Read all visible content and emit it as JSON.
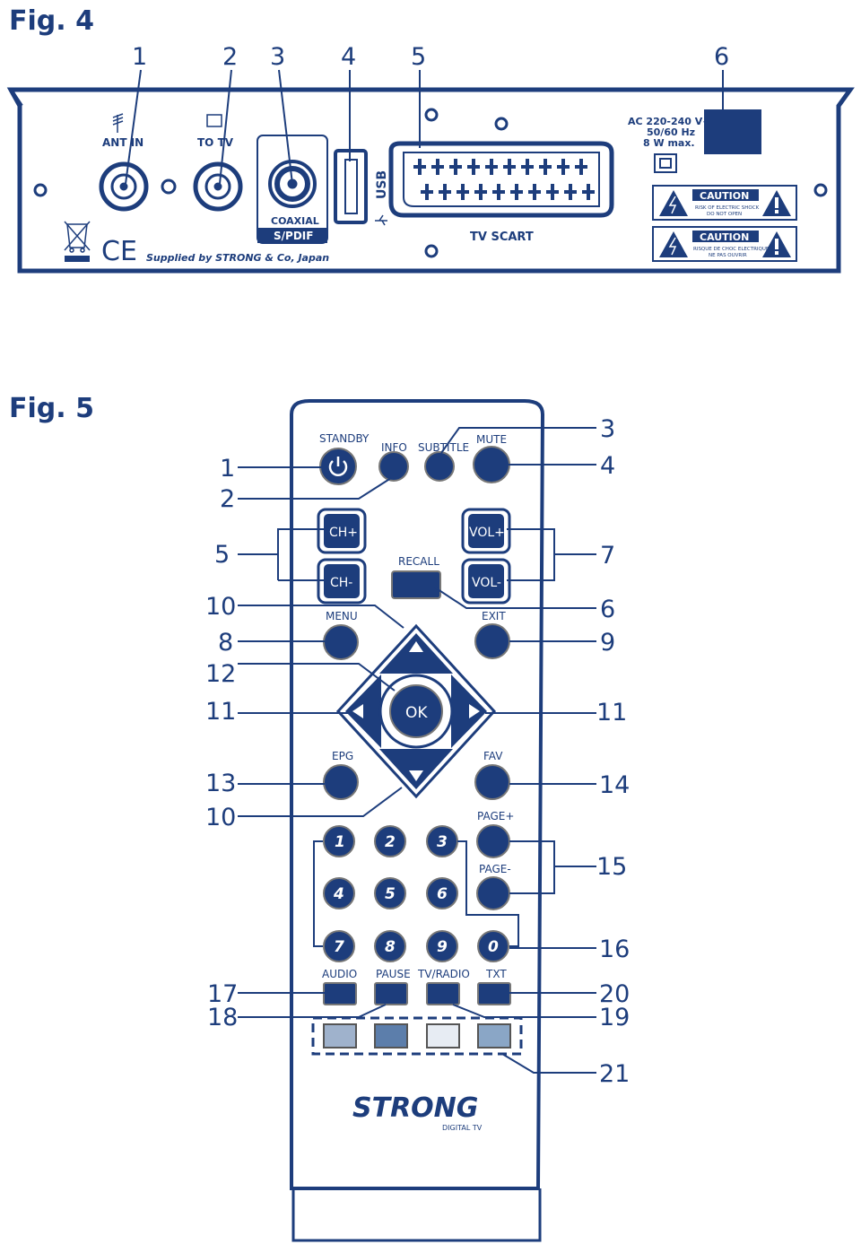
{
  "fig4": {
    "title": "Fig. 4",
    "callouts": [
      "1",
      "2",
      "3",
      "4",
      "5",
      "6"
    ],
    "ant_in": "ANT IN",
    "to_tv": "TO TV",
    "coaxial": "COAXIAL",
    "spdif": "S/PDIF",
    "usb": "USB",
    "tv_scart": "TV SCART",
    "power_rating": [
      "AC 220-240 V~",
      "50/60 Hz",
      "8 W max."
    ],
    "supplied_by": "Supplied by STRONG & Co, Japan",
    "ce_mark": "CE",
    "caution": [
      {
        "title": "CAUTION",
        "line1": "RISK OF ELECTRIC SHOCK",
        "line2": "DO NOT OPEN"
      },
      {
        "title": "CAUTION",
        "line1": "RISQUE DE CHOC ELECTRIQUE",
        "line2": "NE PAS OUVRIR"
      }
    ]
  },
  "fig5": {
    "title": "Fig. 5",
    "labels": {
      "standby": "STANDBY",
      "info": "INFO",
      "subtitle": "SUBTITLE",
      "mute": "MUTE",
      "recall": "RECALL",
      "menu": "MENU",
      "exit": "EXIT",
      "epg": "EPG",
      "fav": "FAV",
      "page_up": "PAGE+",
      "page_down": "PAGE-",
      "audio": "AUDIO",
      "pause": "PAUSE",
      "tv_radio": "TV/RADIO",
      "txt": "TXT"
    },
    "buttons": {
      "ch_up": "CH+",
      "ch_down": "CH-",
      "vol_up": "VOL+",
      "vol_down": "VOL-",
      "ok": "OK"
    },
    "digits": [
      "1",
      "2",
      "3",
      "4",
      "5",
      "6",
      "7",
      "8",
      "9",
      "0"
    ],
    "callouts_left": [
      "1",
      "2",
      "5",
      "10",
      "8",
      "12",
      "11",
      "13",
      "10",
      "17",
      "18"
    ],
    "callouts_right": [
      "3",
      "4",
      "7",
      "6",
      "9",
      "11",
      "14",
      "15",
      "16",
      "20",
      "19",
      "21"
    ],
    "brand": "STRONG",
    "brand_sub": "DIGITAL TV"
  },
  "colors": {
    "primary": "#1d3d7c",
    "button": "#1d3d7c",
    "gray": "#8a8a8a",
    "color_keys": [
      "#9fb2cc",
      "#5c7eab",
      "#e7ecf3",
      "#8aa6c6"
    ]
  }
}
